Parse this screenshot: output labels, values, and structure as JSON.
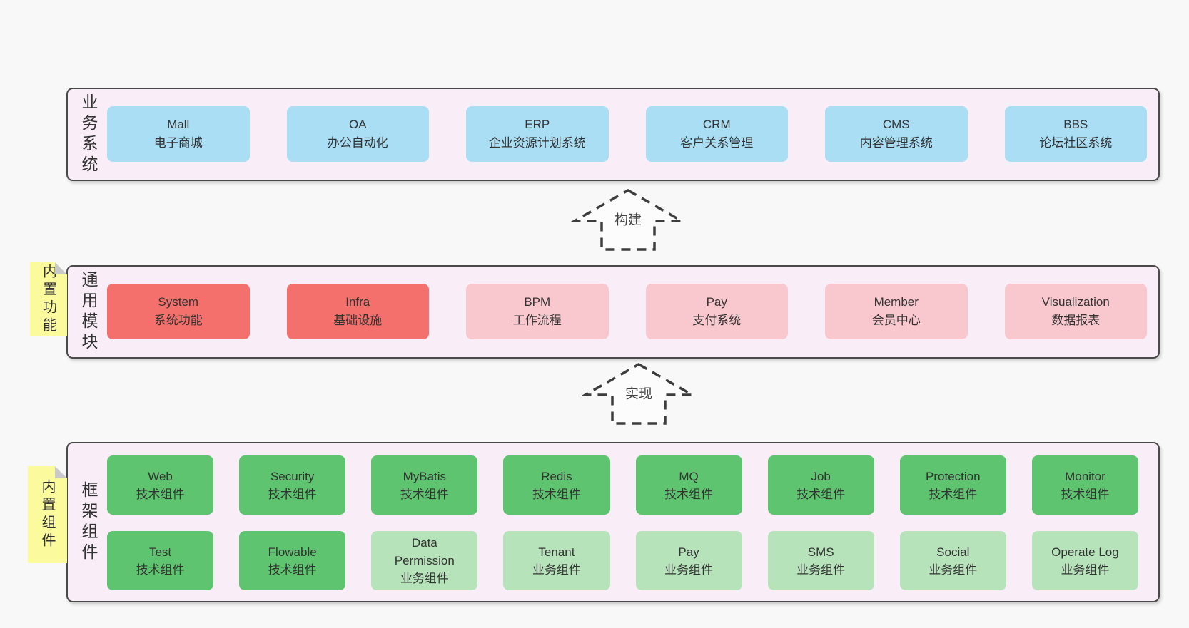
{
  "colors": {
    "page-bg": "#f8f8f8",
    "band-bg": "#f9eef8",
    "band-border": "#4a4a4a",
    "box-blue": "#aadef5",
    "box-red": "#f4706d",
    "box-pink": "#f9c8ce",
    "box-green": "#5fc46f",
    "box-lightgreen": "#b7e3bb",
    "sticky-yellow": "#fbfa9d",
    "sticky-fold": "#c9c9c9",
    "text-dark": "#333333",
    "arrow-stroke": "#3d3d3d"
  },
  "business_band": {
    "label": "业务系统",
    "boxes": [
      {
        "en": "Mall",
        "zh": "电子商城"
      },
      {
        "en": "OA",
        "zh": "办公自动化"
      },
      {
        "en": "ERP",
        "zh": "企业资源计划系统"
      },
      {
        "en": "CRM",
        "zh": "客户关系管理"
      },
      {
        "en": "CMS",
        "zh": "内容管理系统"
      },
      {
        "en": "BBS",
        "zh": "论坛社区系统"
      }
    ]
  },
  "build_arrow": {
    "label": "构建"
  },
  "modules_band": {
    "label": "通用模块",
    "sticky": "内置功能",
    "boxes": [
      {
        "en": "System",
        "zh": "系统功能"
      },
      {
        "en": "Infra",
        "zh": "基础设施"
      },
      {
        "en": "BPM",
        "zh": "工作流程"
      },
      {
        "en": "Pay",
        "zh": "支付系统"
      },
      {
        "en": "Member",
        "zh": "会员中心"
      },
      {
        "en": "Visualization",
        "zh": "数据报表"
      }
    ]
  },
  "implement_arrow": {
    "label": "实现"
  },
  "components_band": {
    "label": "框架组件",
    "sticky": "内置组件",
    "row1": [
      {
        "en": "Web",
        "zh": "技术组件"
      },
      {
        "en": "Security",
        "zh": "技术组件"
      },
      {
        "en": "MyBatis",
        "zh": "技术组件"
      },
      {
        "en": "Redis",
        "zh": "技术组件"
      },
      {
        "en": "MQ",
        "zh": "技术组件"
      },
      {
        "en": "Job",
        "zh": "技术组件"
      },
      {
        "en": "Protection",
        "zh": "技术组件"
      },
      {
        "en": "Monitor",
        "zh": "技术组件"
      }
    ],
    "row2": [
      {
        "en": "Test",
        "zh": "技术组件"
      },
      {
        "en": "Flowable",
        "zh": "技术组件"
      },
      {
        "en": "Data Permission",
        "zh": "业务组件"
      },
      {
        "en": "Tenant",
        "zh": "业务组件"
      },
      {
        "en": "Pay",
        "zh": "业务组件"
      },
      {
        "en": "SMS",
        "zh": "业务组件"
      },
      {
        "en": "Social",
        "zh": "业务组件"
      },
      {
        "en": "Operate Log",
        "zh": "业务组件"
      }
    ]
  }
}
